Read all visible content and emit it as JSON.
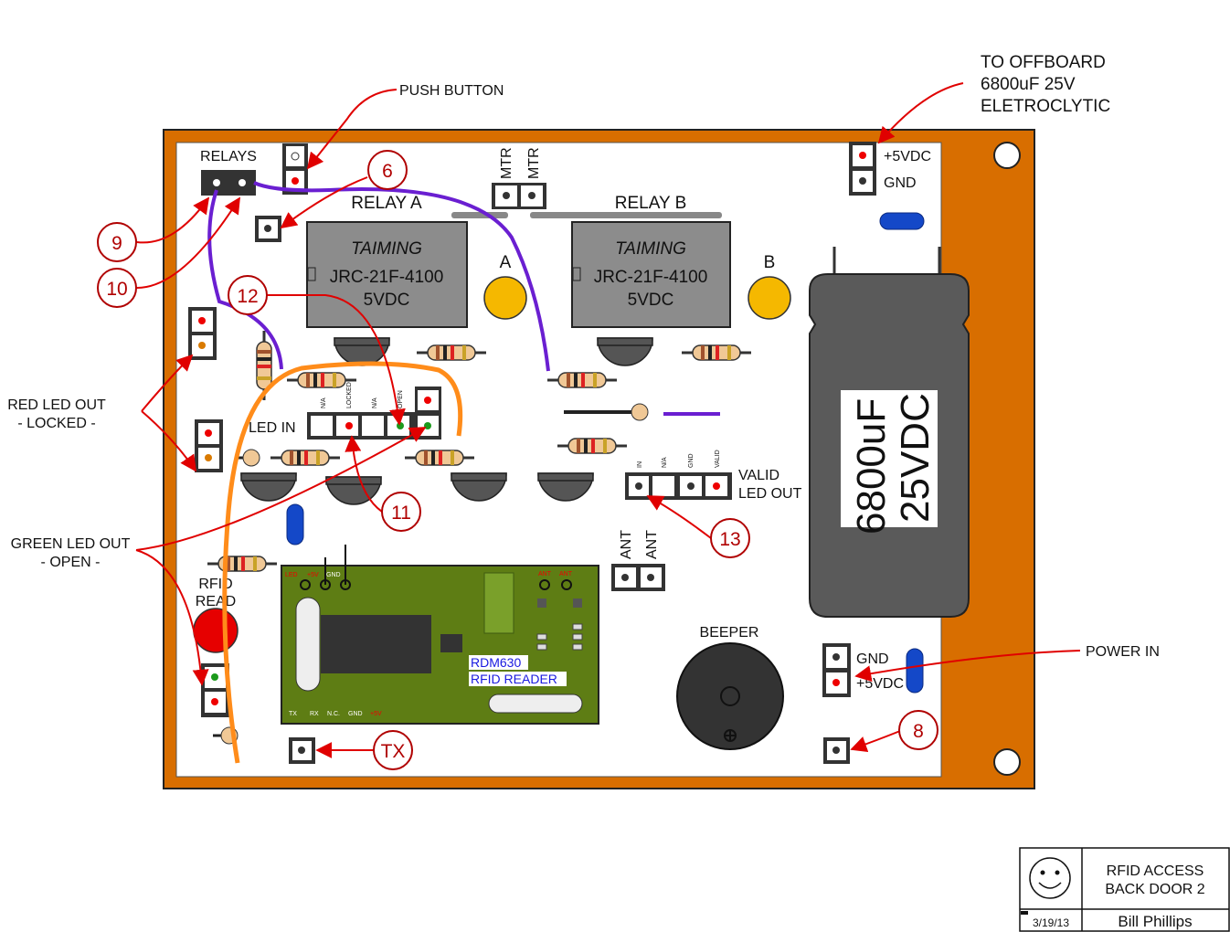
{
  "title_block": {
    "title_line1": "RFID ACCESS",
    "title_line2": "BACK DOOR 2",
    "date": "3/19/13",
    "author": "Bill  Phillips"
  },
  "callouts": {
    "push_button": "PUSH BUTTON",
    "offboard_line1": "TO OFFBOARD",
    "offboard_line2": "6800uF  25V",
    "offboard_line3": "ELETROCLYTIC",
    "red_led_out_line1": "RED LED OUT",
    "red_led_out_line2": "- LOCKED -",
    "green_led_out_line1": "GREEN LED OUT",
    "green_led_out_line2": "- OPEN -",
    "power_in": "POWER IN"
  },
  "board": {
    "relays": "RELAYS",
    "relay_a": "RELAY A",
    "relay_b": "RELAY B",
    "mtr1": "MTR",
    "mtr2": "MTR",
    "plus5_top": "+5VDC",
    "gnd_top": "GND",
    "led_a": "A",
    "led_b": "B",
    "led_in": "LED IN",
    "valid_line1": "VALID",
    "valid_line2": "LED OUT",
    "rfid_read_line1": "RFID",
    "rfid_read_line2": "READ",
    "ant1": "ANT",
    "ant2": "ANT",
    "beeper": "BEEPER",
    "gnd_power": "GND",
    "plus5_power": "+5VDC",
    "pins_led_in": [
      "N/A",
      "LOCKED",
      "N/A",
      "OPEN"
    ],
    "pins_valid": [
      "IN",
      "N/A",
      "GND",
      "VALID"
    ]
  },
  "relay": {
    "brand": "TAIMING",
    "part": "JRC-21F-4100",
    "voltage": "5VDC"
  },
  "capacitor": {
    "value": "6800uF",
    "voltage": "25VDC"
  },
  "rfid_module": {
    "model": "RDM630",
    "name": "RFID READER",
    "top_pins": [
      "LED",
      "+5V",
      "GND"
    ],
    "ant_pins": [
      "ANT",
      "ANT"
    ],
    "bottom_pins": [
      "TX",
      "RX",
      "N.C.",
      "GND",
      "+5V"
    ]
  },
  "numbers": {
    "n6": "6",
    "n8": "8",
    "n9": "9",
    "n10": "10",
    "n11": "11",
    "n12": "12",
    "n13": "13",
    "tx": "TX"
  }
}
